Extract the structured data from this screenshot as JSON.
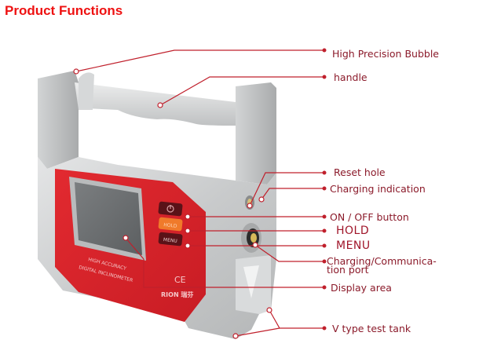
{
  "title": "Product Functions",
  "device": {
    "front_text_line1": "HIGH ACCURACY",
    "front_text_line2": "DIGITAL INCLINOMETER",
    "brand": "RION 瑞芬",
    "ce_mark": "CE",
    "buttons": [
      {
        "name": "power",
        "icon": "power-icon",
        "label": "⏻"
      },
      {
        "name": "hold",
        "label": "HOLD"
      },
      {
        "name": "menu",
        "label": "MENU"
      }
    ],
    "colors": {
      "panel_red": "#d8232a",
      "body_silver": "#c9cbcc",
      "callout_line": "#c0202c",
      "hold_orange": "#f07a2a",
      "button_dark": "#5a1218"
    }
  },
  "callouts": [
    {
      "id": "bubble",
      "label": "High Precision Bubble"
    },
    {
      "id": "handle",
      "label": "handle"
    },
    {
      "id": "reset",
      "label": "Reset hole"
    },
    {
      "id": "charging-indication",
      "label": "Charging indication"
    },
    {
      "id": "onoff",
      "label": "ON / OFF button"
    },
    {
      "id": "hold",
      "label": "HOLD"
    },
    {
      "id": "menu",
      "label": "MENU"
    },
    {
      "id": "port",
      "label": "Charging/Communica-tion port"
    },
    {
      "id": "display",
      "label": "Display area"
    },
    {
      "id": "vtank",
      "label": "V type test tank"
    }
  ]
}
